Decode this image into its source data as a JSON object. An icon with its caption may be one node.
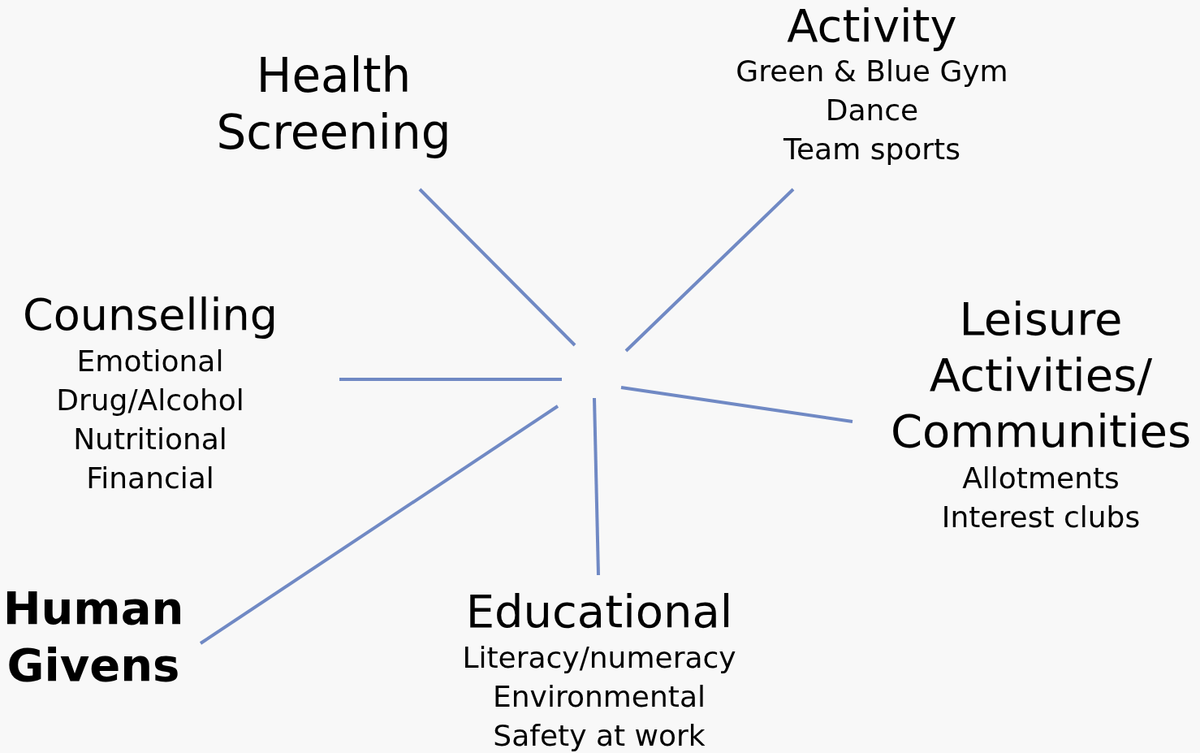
{
  "diagram": {
    "nodes": [
      {
        "text": [
          "Health Screening"
        ]
      },
      {
        "text": [
          "Activity",
          "Green & Blue Gym",
          "Dance",
          "Team sports"
        ]
      },
      {
        "text": [
          "Counselling",
          "Emotional",
          "Drug/Alcohol",
          "Nutritional",
          "Financial"
        ]
      },
      {
        "text": [
          "Leisure Activities/ Communities",
          "Allotments",
          "Interest clubs"
        ]
      },
      {
        "text": [
          "Human Givens"
        ]
      },
      {
        "text": [
          "Educational",
          "Literacy/numeracy",
          "Environmental",
          "Safety at work"
        ]
      }
    ],
    "edges": [
      {
        "from": null,
        "to": 0,
        "arrow": "none"
      },
      {
        "from": null,
        "to": 1,
        "arrow": "none"
      },
      {
        "from": null,
        "to": 2,
        "arrow": "none"
      },
      {
        "from": null,
        "to": 3,
        "arrow": "none"
      },
      {
        "from": null,
        "to": 4,
        "arrow": "none"
      },
      {
        "from": null,
        "to": 5,
        "arrow": "none"
      }
    ]
  }
}
